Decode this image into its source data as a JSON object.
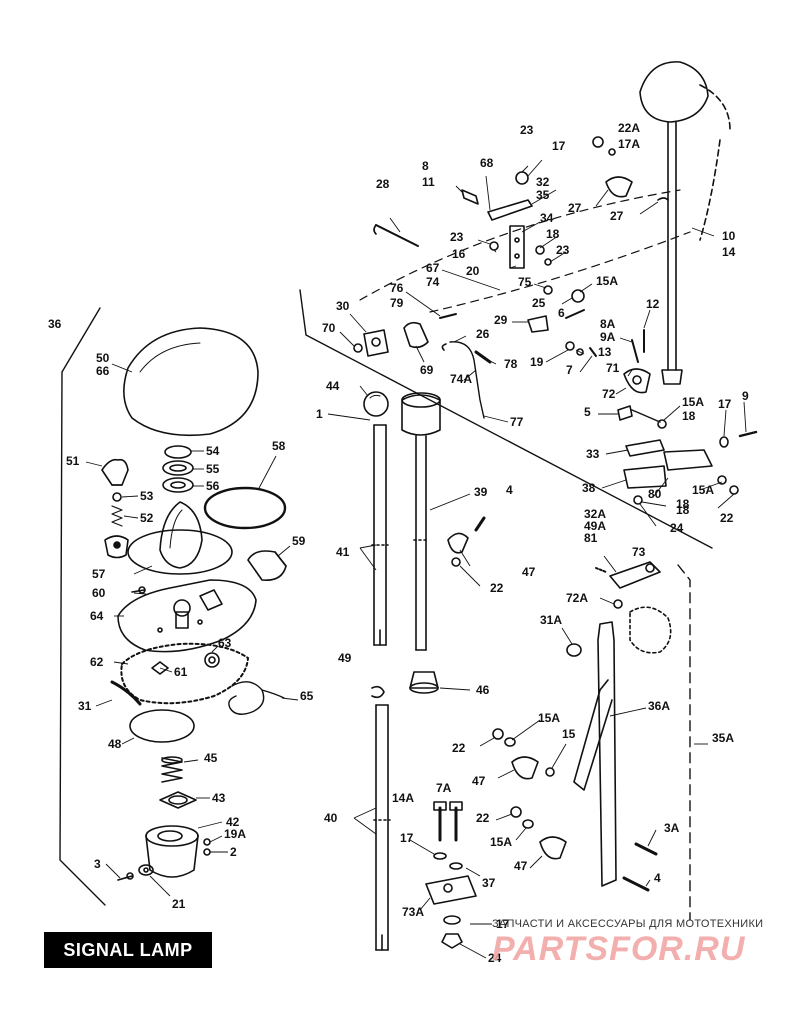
{
  "title": "SIGNAL LAMP",
  "watermark": {
    "tagline": "ЗАПЧАСТИ И АКСЕССУАРЫ ДЛЯ МОТОТЕХНИКИ",
    "logo": "PARTSFOR.RU",
    "color": "#f2a1a1"
  },
  "callouts": [
    "36",
    "50",
    "66",
    "51",
    "53",
    "52",
    "54",
    "55",
    "56",
    "58",
    "57",
    "59",
    "60",
    "64",
    "63",
    "62",
    "61",
    "31",
    "65",
    "48",
    "45",
    "43",
    "42",
    "19A",
    "2",
    "3",
    "21",
    "28",
    "8",
    "11",
    "68",
    "23",
    "17",
    "32",
    "35",
    "22A",
    "17A",
    "27",
    "34",
    "23",
    "16",
    "18",
    "23",
    "20",
    "27",
    "10",
    "14",
    "67",
    "74",
    "75",
    "15A",
    "76",
    "79",
    "25",
    "30",
    "70",
    "6",
    "29",
    "26",
    "12",
    "8A",
    "9A",
    "13",
    "69",
    "78",
    "19",
    "7",
    "71",
    "74A",
    "72",
    "44",
    "1",
    "77",
    "5",
    "15A",
    "18",
    "17",
    "9",
    "33",
    "39",
    "38",
    "80",
    "15A",
    "18",
    "4",
    "32A",
    "49A",
    "81",
    "18",
    "22",
    "24",
    "41",
    "47",
    "22",
    "73",
    "72A",
    "31A",
    "49",
    "46",
    "36A",
    "15A",
    "22",
    "15",
    "47",
    "35A",
    "14A",
    "7A",
    "40",
    "22",
    "15A",
    "17",
    "47",
    "3A",
    "37",
    "73A",
    "17",
    "4",
    "24"
  ]
}
